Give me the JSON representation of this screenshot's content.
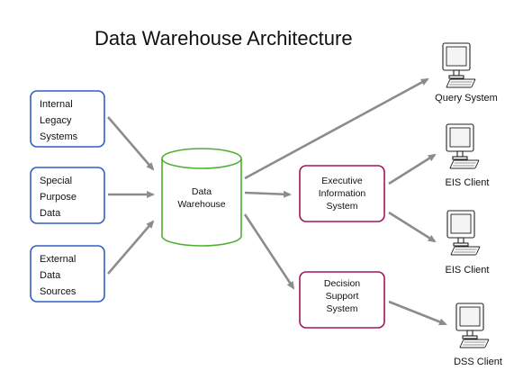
{
  "title": "Data Warehouse Architecture",
  "sources": [
    {
      "lines": [
        "Internal",
        "Legacy",
        "Systems"
      ]
    },
    {
      "lines": [
        "Special",
        "Purpose",
        "Data"
      ]
    },
    {
      "lines": [
        "External",
        "Data",
        "Sources"
      ]
    }
  ],
  "warehouse": {
    "lines": [
      "Data",
      "Warehouse"
    ]
  },
  "systems": [
    {
      "lines": [
        "Executive",
        "Information",
        "System"
      ]
    },
    {
      "lines": [
        "Decision",
        "Support",
        "System"
      ]
    }
  ],
  "clients": [
    {
      "label": "Query System"
    },
    {
      "label": "EIS Client"
    },
    {
      "label": "EIS Client"
    },
    {
      "label": "DSS Client"
    }
  ],
  "colors": {
    "source_border": "#2f5fc4",
    "warehouse_border": "#4caf30",
    "system_border": "#a3145e",
    "arrow": "#8c8c8c"
  }
}
